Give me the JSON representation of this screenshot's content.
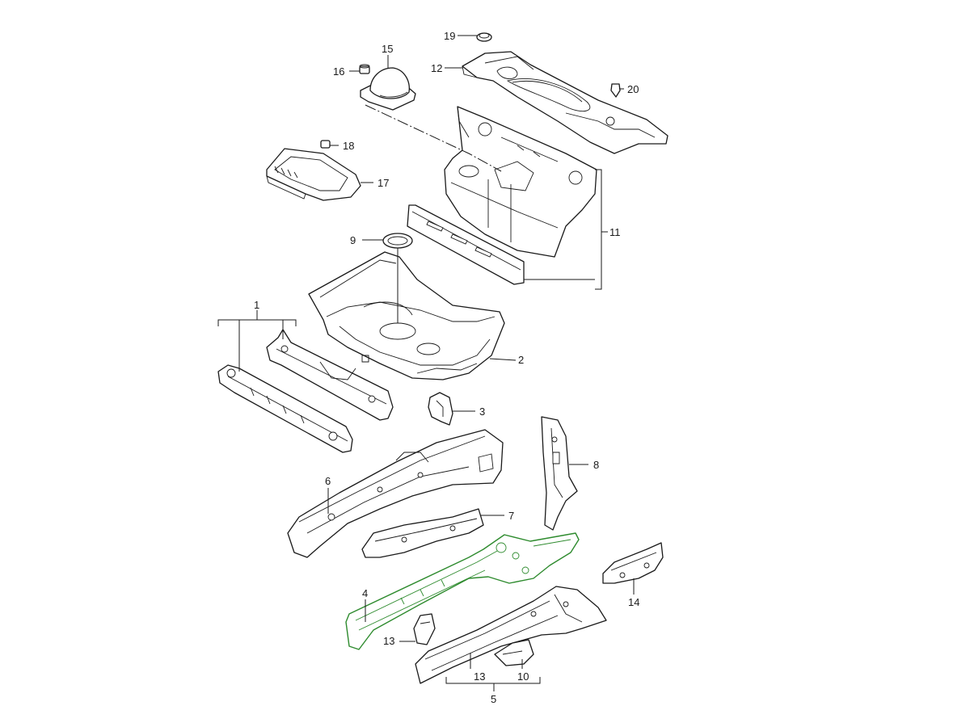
{
  "diagram": {
    "highlight_color": "#2e8b2e",
    "line_color": "#1a1a1a",
    "background": "#ffffff",
    "callouts": {
      "c1": "1",
      "c2": "2",
      "c3": "3",
      "c4": "4",
      "c5": "5",
      "c6": "6",
      "c7": "7",
      "c8": "8",
      "c9": "9",
      "c10": "10",
      "c11": "11",
      "c12": "12",
      "c13a": "13",
      "c13b": "13",
      "c14": "14",
      "c15": "15",
      "c16": "16",
      "c17": "17",
      "c18": "18",
      "c19": "19",
      "c20": "20"
    },
    "highlighted_part": "4"
  }
}
